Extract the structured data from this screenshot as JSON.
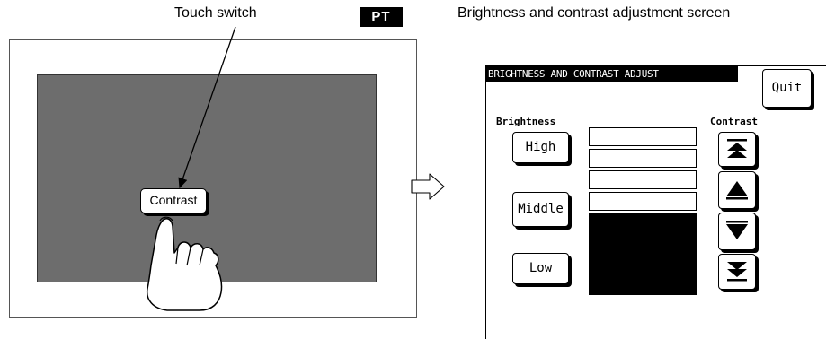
{
  "left": {
    "caption": "Touch switch",
    "pt_badge": "PT",
    "contrast_button": "Contrast"
  },
  "right": {
    "caption": "Brightness and contrast adjustment screen",
    "title_bar": "BRIGHTNESS AND CONTRAST ADJUST",
    "quit_button": "Quit",
    "brightness_label": "Brightness",
    "contrast_label": "Contrast",
    "brightness_buttons": [
      "High",
      "Middle",
      "Low"
    ],
    "level_bars": [
      "off",
      "off",
      "off",
      "off",
      "on",
      "on",
      "on",
      "on"
    ],
    "contrast_buttons": [
      "max-up-icon",
      "up-icon",
      "down-icon",
      "max-down-icon"
    ]
  },
  "colors": {
    "screen_gray": "#6d6d6d",
    "black": "#000000",
    "white": "#ffffff"
  }
}
